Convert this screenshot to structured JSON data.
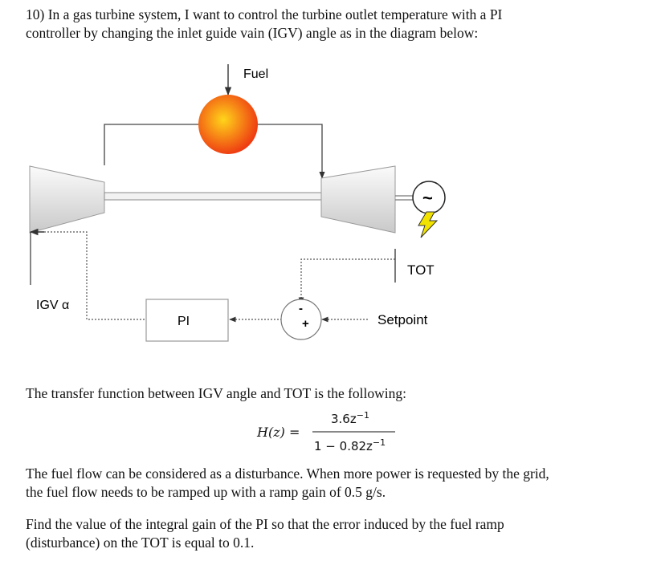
{
  "question": {
    "line1": "10) In a gas turbine system, I want to control the turbine outlet temperature with a PI",
    "line2": "controller by changing the inlet guide vain (IGV) angle as in the diagram below:"
  },
  "diagram": {
    "fuel_label": "Fuel",
    "tot_label": "TOT",
    "igv_label": "IGV α",
    "pi_label": "PI",
    "setpoint_label": "Setpoint",
    "sum_minus": "-",
    "sum_plus": "+",
    "generator_symbol": "~",
    "colors": {
      "burner_center": "#ffd51a",
      "burner_edge": "#ee3a12",
      "machine_light": "#fbfbfb",
      "machine_dark": "#c9c9c9",
      "bolt": "#f2e200"
    }
  },
  "transfer_text": "The transfer function between IGV angle and TOT is the following:",
  "formula": {
    "lhs": "H(z) =",
    "numerator": "3.6z",
    "numerator_exp": "−1",
    "denominator": "1 − 0.82z",
    "denominator_exp": "−1"
  },
  "para_fuel": {
    "line1": "The fuel flow can be considered as a disturbance. When more power is requested by the grid,",
    "line2": "the fuel flow needs to be ramped up with a ramp gain of 0.5 g/s."
  },
  "para_find": {
    "line1": "Find the value of the integral gain of the PI so that the error induced by the fuel ramp",
    "line2": "(disturbance) on the TOT is equal to 0.1."
  }
}
